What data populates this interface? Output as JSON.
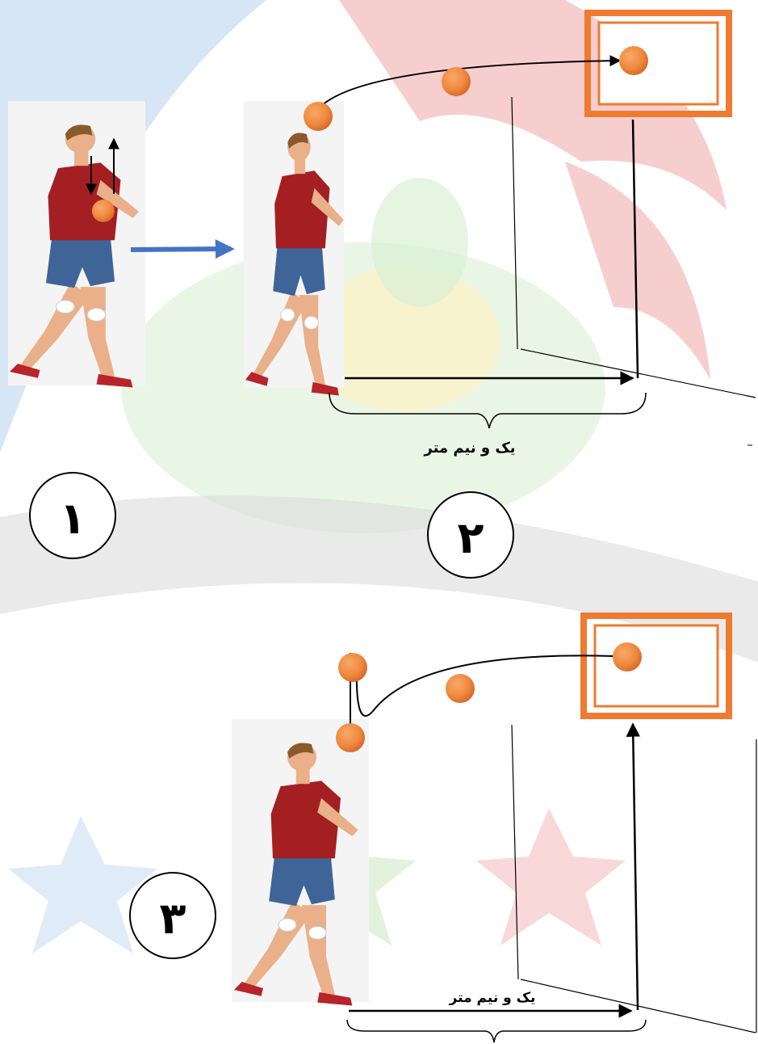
{
  "steps": [
    {
      "number": "۱"
    },
    {
      "number": "۲"
    },
    {
      "number": "۳"
    }
  ],
  "labels": {
    "distance_top": "یک و نیم متر",
    "distance_bottom": "یک و نیم متر"
  },
  "icons": {
    "ball": "ball-icon",
    "player": "volleyball-player-icon",
    "target": "target-box-icon",
    "arrow": "arrow-icon"
  },
  "colors": {
    "ball": "#F08A3E",
    "ball_shade": "#D4662A",
    "target_border": "#EE7B30",
    "transition_arrow": "#4472C4",
    "shirt": "#A31F22",
    "shorts": "#3F6497",
    "skin": "#E9B08A",
    "hair": "#8A5A2B",
    "watermark_red": "#F6C9C9",
    "watermark_green": "#D7EED0",
    "watermark_blue": "#D3E4F3",
    "watermark_yellow": "#FAF1C4",
    "watermark_gray": "#D8D8D8"
  }
}
